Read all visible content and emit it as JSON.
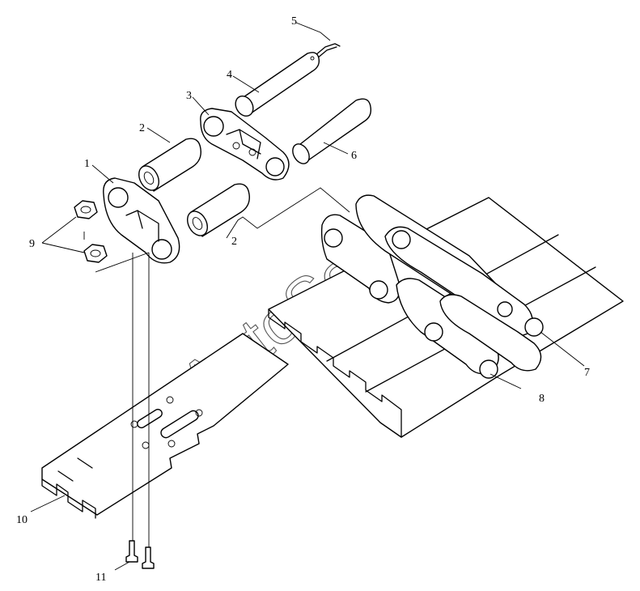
{
  "watermark": "AutoSoft",
  "callouts": [
    {
      "id": "c1",
      "text": "1"
    },
    {
      "id": "c2a",
      "text": "2"
    },
    {
      "id": "c2b",
      "text": "2"
    },
    {
      "id": "c3",
      "text": "3"
    },
    {
      "id": "c4",
      "text": "4"
    },
    {
      "id": "c5",
      "text": "5"
    },
    {
      "id": "c6",
      "text": "6"
    },
    {
      "id": "c7",
      "text": "7"
    },
    {
      "id": "c8",
      "text": "8"
    },
    {
      "id": "c9",
      "text": "9"
    },
    {
      "id": "c10",
      "text": "10"
    },
    {
      "id": "c11",
      "text": "11"
    }
  ]
}
